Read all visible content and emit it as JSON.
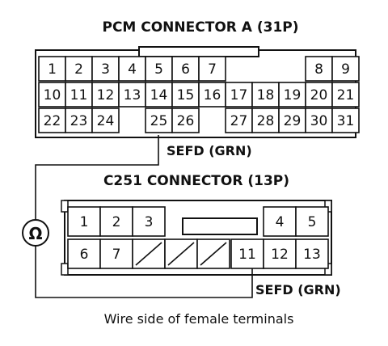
{
  "connector_a": {
    "title": "PCM CONNECTOR A (31P)",
    "row1": [
      "1",
      "2",
      "3",
      "4",
      "5",
      "6",
      "7",
      "",
      "8",
      "9"
    ],
    "row2": [
      "10",
      "11",
      "12",
      "13",
      "14",
      "15",
      "16",
      "17",
      "18",
      "19",
      "20",
      "21"
    ],
    "row3": [
      "22",
      "23",
      "24",
      "",
      "25",
      "26",
      "",
      "27",
      "28",
      "29",
      "30",
      "31"
    ],
    "wire_label": "SEFD (GRN)"
  },
  "connector_b": {
    "title": "C251 CONNECTOR (13P)",
    "top_left": [
      "1",
      "2",
      "3"
    ],
    "top_right": [
      "4",
      "5"
    ],
    "bottom_left": [
      "6",
      "7"
    ],
    "bottom_right": [
      "11",
      "12",
      "13"
    ],
    "wire_label": "SEFD (GRN)"
  },
  "meter": {
    "symbol": "Ω",
    "icon": "ohmmeter-icon"
  },
  "caption": "Wire side of female terminals"
}
